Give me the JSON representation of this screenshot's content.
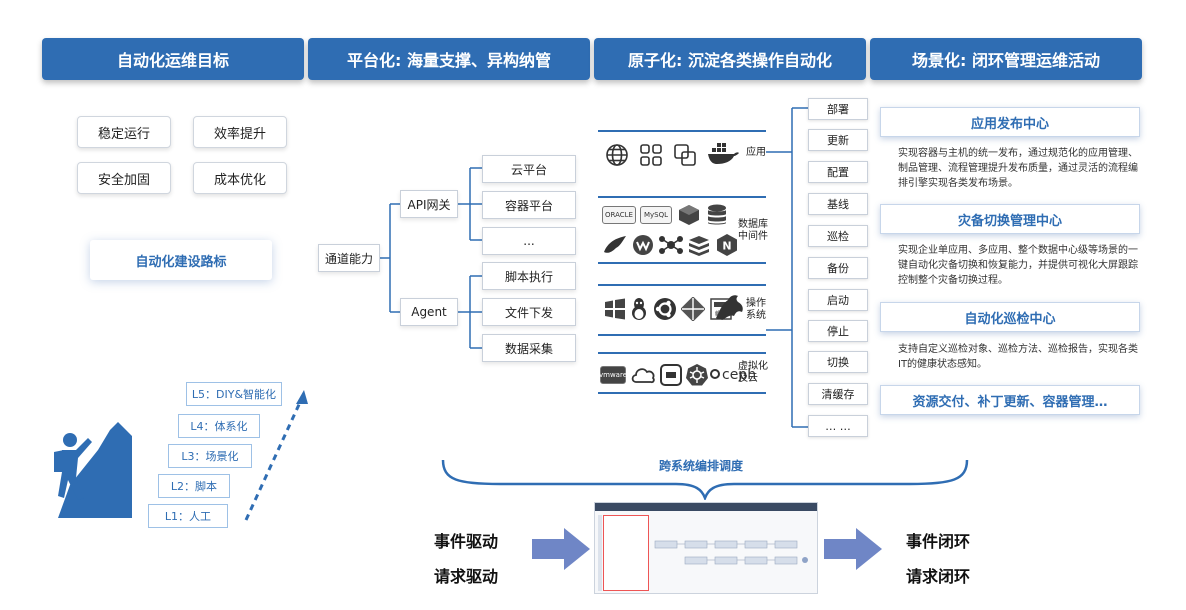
{
  "banners": [
    "自动化运维目标",
    "平台化: 海量支撑、异构纳管",
    "原子化: 沉淀各类操作自动化",
    "场景化: 闭环管理运维活动"
  ],
  "goals": [
    "稳定运行",
    "效率提升",
    "安全加固",
    "成本优化"
  ],
  "roadmap_title": "自动化建设路标",
  "levels": [
    "L5：DIY&智能化",
    "L4：体系化",
    "L3：场景化",
    "L2：脚本",
    "L1：人工"
  ],
  "platform": {
    "root": "通道能力",
    "api_gateway": "API网关",
    "agent": "Agent",
    "api_children": [
      "云平台",
      "容器平台",
      "..."
    ],
    "agent_children": [
      "脚本执行",
      "文件下发",
      "数据采集"
    ]
  },
  "categories": {
    "app": "应用",
    "db_line1": "数据库",
    "db_line2": "中间件",
    "os_line1": "操作",
    "os_line2": "系统",
    "virt_line1": "虚拟化",
    "virt_line2": "及云"
  },
  "logos": {
    "oracle": "ORACLE",
    "mysql": "MySQL",
    "nginx": "N",
    "vmware": "vmware",
    "ceph": "ceph",
    "stamp": "鲲鹏"
  },
  "operations": [
    "部署",
    "更新",
    "配置",
    "基线",
    "巡检",
    "备份",
    "启动",
    "停止",
    "切换",
    "清缓存",
    "… …"
  ],
  "centers": [
    {
      "title": "应用发布中心",
      "desc": "实现容器与主机的统一发布，通过规范化的应用管理、制品管理、流程管理提升发布质量，通过灵活的流程编排引擎实现各类发布场景。"
    },
    {
      "title": "灾备切换管理中心",
      "desc": "实现企业单应用、多应用、整个数据中心级等场景的一键自动化灾备切换和恢复能力，并提供可视化大屏跟踪控制整个灾备切换过程。"
    },
    {
      "title": "自动化巡检中心",
      "desc": "支持自定义巡检对象、巡检方法、巡检报告，实现各类IT的健康状态感知。"
    },
    {
      "title": "资源交付、补丁更新、容器管理…",
      "desc": ""
    }
  ],
  "orchestration": "跨系统编排调度",
  "drivers": [
    "事件驱动",
    "请求驱动"
  ],
  "closures": [
    "事件闭环",
    "请求闭环"
  ],
  "colors": {
    "brand": "#2f6db3",
    "arrow": "#6f86c6"
  }
}
